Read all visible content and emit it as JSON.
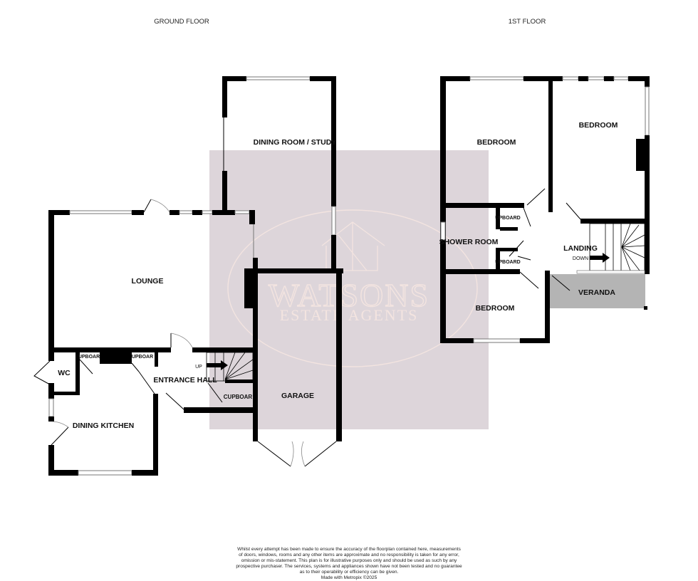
{
  "floors": {
    "ground": {
      "title": "GROUND FLOOR",
      "rooms": {
        "dining_room": "DINING ROOM / STUDY",
        "lounge": "LOUNGE",
        "wc": "WC",
        "cupboard_1": "UPBOAR",
        "cupboard_2": "UPBOAR",
        "entrance_hall": "ENTRANCE HALL",
        "cupboard_3": "CUPBOAR",
        "dining_kitchen": "DINING KITCHEN",
        "garage": "GARAGE"
      },
      "stairs_label": "UP"
    },
    "first": {
      "title": "1ST FLOOR",
      "rooms": {
        "bedroom_1": "BEDROOM",
        "bedroom_2": "BEDROOM",
        "shower_room": "SHOWER ROOM",
        "cupboard_1": "UPBOARD",
        "cupboard_2": "UPBOARD",
        "landing": "LANDING",
        "bedroom_3": "BEDROOM",
        "veranda": "VERANDA"
      },
      "stairs_label": "DOWN"
    }
  },
  "watermark": {
    "brand": "WATSONS",
    "tagline": "ESTATE AGENTS"
  },
  "disclaimer": {
    "lines": [
      "Whilst every attempt has been made to ensure the accuracy of the floorplan contained here, measurements",
      "of doors, windows, rooms and any other items are approximate and no responsibility is taken for any error,",
      "omission or mis-statement. This plan is for illustrative purposes only and should be used as such by any",
      "prospective purchaser. The services, systems and appliances shown have not been tested and no guarantee",
      "as to their operability or efficiency can be given."
    ],
    "credit": "Made with Metropix ©2025"
  },
  "colors": {
    "watermark_bg": "#ddd5da",
    "veranda": "#b4b4b4",
    "wall": "#000000"
  }
}
